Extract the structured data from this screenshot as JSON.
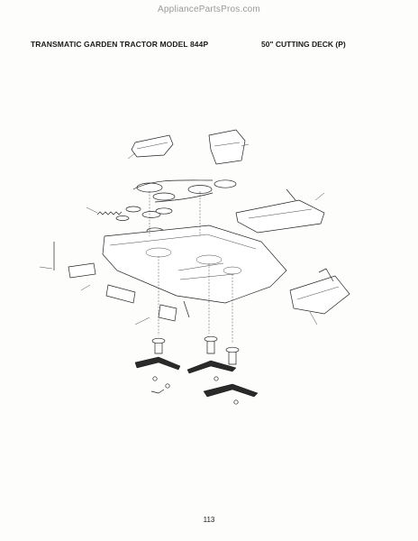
{
  "header": {
    "watermark": "AppliancePartsPros.com",
    "title_left": "TRANSMATIC GARDEN TRACTOR MODEL 844P",
    "title_right": "50\" CUTTING DECK (P)"
  },
  "footer": {
    "page_number": "113"
  }
}
